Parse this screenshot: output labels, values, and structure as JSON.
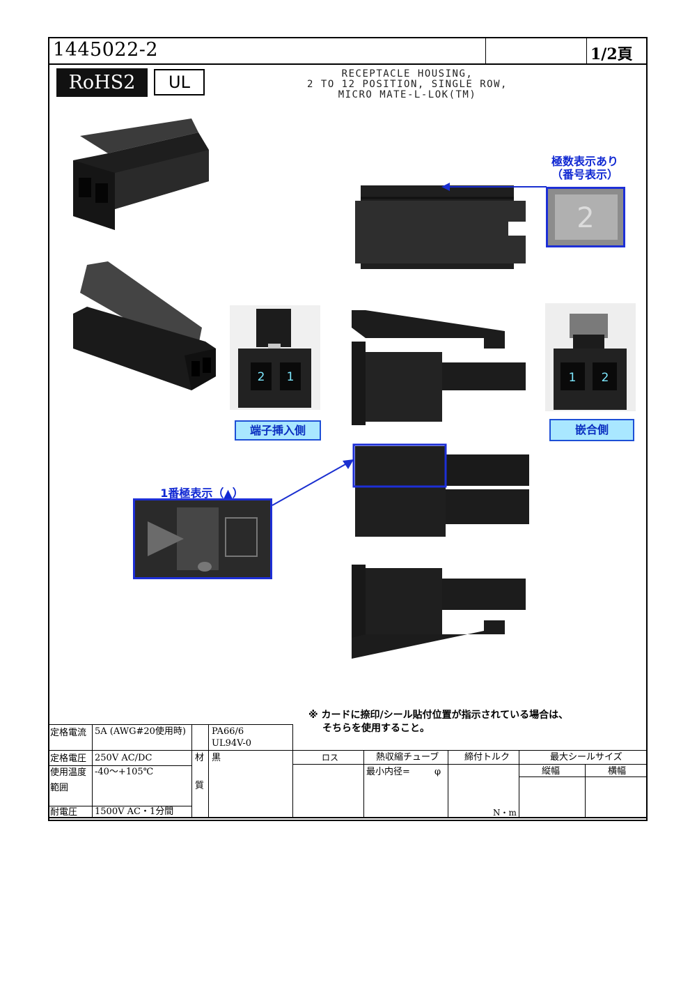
{
  "header": {
    "part_number": "1445022-2",
    "page": "1/2頁",
    "badge_rohs": "RoHS2",
    "badge_ul": "UL",
    "title_line1": "RECEPTACLE HOUSING,",
    "title_line2": "2 TO 12 POSITION, SINGLE ROW,",
    "title_line3": "MICRO MATE-L-LOK(TM)"
  },
  "annotations": {
    "pole_count_line1": "極数表示あり",
    "pole_count_line2": "（番号表示）",
    "terminal_side": "端子挿入側",
    "mating_side": "嵌合側",
    "pin1_mark": "1番極表示（▲）",
    "terminal_side_numbers": [
      "2",
      "1"
    ],
    "mating_side_numbers": [
      "1",
      "2"
    ],
    "detail_number": "2"
  },
  "note": {
    "line1": "※ カードに捺印/シール貼付位置が指示されている場合は、",
    "line2": "そちらを使用すること。"
  },
  "spec_table": {
    "rated_current_label": "定格電流",
    "rated_current_value": "5A (AWG#20使用時)",
    "rated_voltage_label": "定格電圧",
    "rated_voltage_value": "250V AC/DC",
    "temp_label_1": "使用温度",
    "temp_label_2": "範囲",
    "temp_value": "-40～+105℃",
    "withstand_label": "耐電圧",
    "withstand_value": "1500V AC・1分間",
    "material_label_1": "材",
    "material_label_2": "質",
    "material_value_1": "PA66/6",
    "material_value_2": "UL94V-0",
    "material_value_3": "黒"
  },
  "process_table": {
    "col_loss": "ロス",
    "col_heat_shrink": "熱収縮チューブ",
    "col_torque": "締付トルク",
    "col_max_seal": "最大シールサイズ",
    "sub_vertical": "縦幅",
    "sub_horizontal": "横幅",
    "min_inner_diameter": "最小内径=",
    "phi": "φ",
    "torque_unit": "N・m"
  },
  "colors": {
    "label_fill": "#a9e7ff",
    "label_border": "#1d4fd6",
    "label_text": "#0a2fc0",
    "arrow": "#1a2fd0",
    "connector_body": "#1c1c1c"
  }
}
